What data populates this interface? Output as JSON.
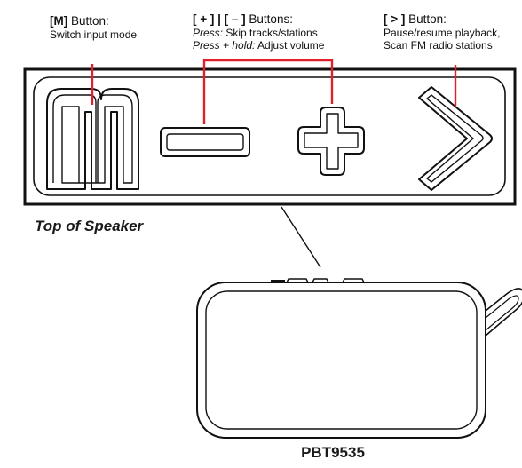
{
  "callouts": {
    "m_button": {
      "key": "[M]",
      "suffix": "Button:",
      "line1": "Switch input mode"
    },
    "plus_minus_buttons": {
      "key": "[ + ] | [ – ]",
      "suffix": "Buttons:",
      "press_label": "Press:",
      "press_text": "Skip tracks/stations",
      "hold_label": "Press + hold:",
      "hold_text": "Adjust volume"
    },
    "next_button": {
      "key": "[ > ]",
      "suffix": "Button:",
      "line1": "Pause/resume playback,",
      "line2": "Scan FM radio stations"
    }
  },
  "top_of_speaker_label": "Top of Speaker",
  "model_label": "PBT9535",
  "colors": {
    "callout_line": "#e0202d",
    "outline": "#111111"
  },
  "icons": [
    "m-button-icon",
    "minus-button-icon",
    "plus-button-icon",
    "next-button-icon"
  ]
}
